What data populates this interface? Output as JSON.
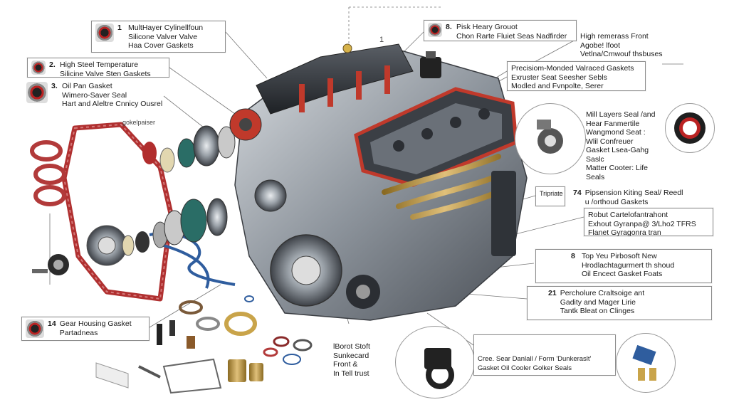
{
  "callouts": {
    "c1": {
      "num": "1",
      "lines": [
        "MultHayer Cylinellfoun",
        "Silicone Valver Valve",
        "Haa Cover Gaskets"
      ]
    },
    "c2": {
      "num": "2.",
      "lines": [
        "High Steel Temperature",
        "Silicine Valve Sten Gaskets"
      ]
    },
    "c3": {
      "num": "3.",
      "lines": [
        "Oil Pan Gasket",
        "Wimero-Saver Seal",
        "Hart and Aleltre Cnnicy Ousrel"
      ]
    },
    "c8": {
      "num": "8.",
      "lines": [
        "Pisk Heary Grouot",
        "Chon Rarte Fluiet Seas Nadfirder"
      ]
    },
    "c_front": {
      "num": "",
      "lines": [
        "High remerass Front",
        "Agobe! lfoot",
        "Vetlna/Cmwouf thsbuses"
      ]
    },
    "c_precision": {
      "num": "",
      "lines": [
        "Precisiom-Monded Valraced Gaskets",
        "Exruster Seat Seesher Sebls",
        "Modled and Fvnpolte, Serer"
      ]
    },
    "c_mill": {
      "num": "",
      "lines": [
        "Mill Layers Seal /and",
        "Hear Fanmertile",
        "Wangmond Seat :",
        "Wlil Confreuer",
        "Gasket Lsea-Gahg Saslc",
        "Matter Cooter: Life Seals"
      ]
    },
    "c74": {
      "num": "74",
      "lines": [
        "Pipsension Kiting Seal/ Reedl",
        "u /orthoud Gaskets"
      ]
    },
    "c_robust": {
      "num": "",
      "lines": [
        "Robut Cartelofantrahont",
        "Exhout Gyranpa@ 3/Lho2 TFRS",
        "Flanet Gyragonra tran"
      ]
    },
    "c8b": {
      "num": "8",
      "lines": [
        "Top Yeu Pirbosoft New",
        "Hrodlachtagurmert th shoud",
        "Oil Encect Gasket Foats"
      ]
    },
    "c21": {
      "num": "21",
      "lines": [
        "Percholure Craltsoige ant",
        "Gadity and Mager Lirie",
        "Tantk Bleat on Clinges"
      ]
    },
    "c14": {
      "num": "14",
      "lines": [
        "Gear Housing Gasket",
        "Partadneas"
      ]
    },
    "c_boot": {
      "num": "",
      "lines": [
        "lBorot Stoft",
        "Sunkecard",
        "Front &",
        "In Tell trust"
      ]
    },
    "c_cree": {
      "num": "",
      "lines": [
        "Cree. Sear Danlall / Form 'Dunkeraslt'",
        "Gasket Oil Cooler Golker Seals"
      ]
    }
  },
  "labels": {
    "gasket": "gokelpaiser",
    "tripriate": "Tripriate",
    "top_num": "1"
  },
  "colors": {
    "accent": "#c0392b",
    "metal": "#8d949c",
    "dark": "#3b3f45",
    "gold": "#b8923f",
    "blue": "#2f5d9e"
  }
}
